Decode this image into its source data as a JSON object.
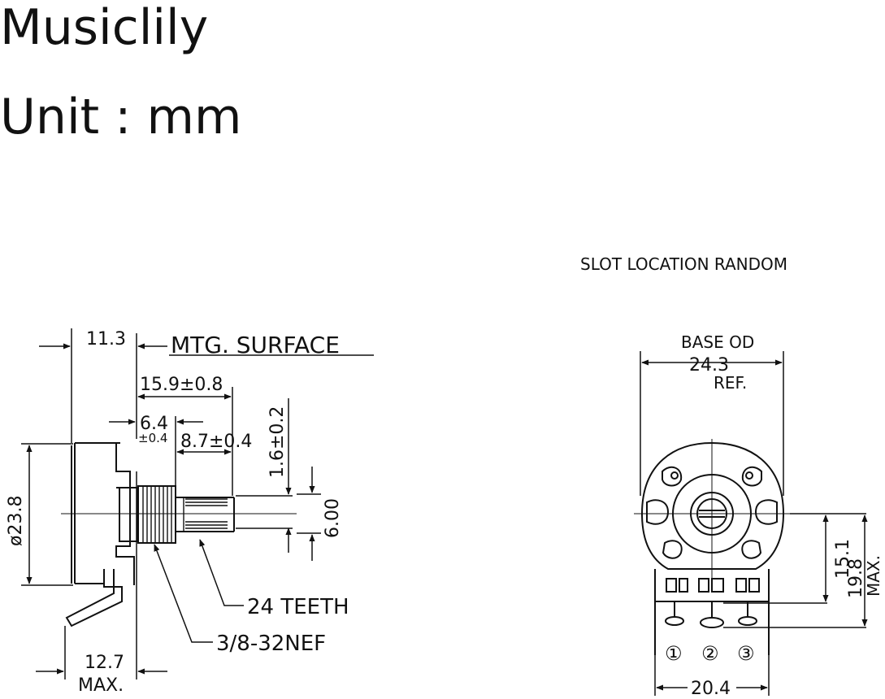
{
  "header": {
    "brand": "Musiclily",
    "unit": "Unit : mm"
  },
  "side_view": {
    "mtg_surface": "MTG. SURFACE",
    "dim_11_3": "11.3",
    "dim_15_9": "15.9±0.8",
    "dim_6_4": "6.4",
    "dim_6_4_tol": "±0.4",
    "dim_8_7": "8.7±0.4",
    "dim_1_6": "1.6±0.2",
    "dim_6_00": "6.00",
    "dim_dia": "ø23.8",
    "teeth": "24 TEETH",
    "thread": "3/8-32NEF",
    "dim_12_7": "12.7",
    "max_label": "MAX."
  },
  "front_view": {
    "slot_note": "SLOT LOCATION RANDOM",
    "base_od": "BASE OD",
    "dim_24_3": "24.3",
    "ref": "REF.",
    "dim_15_1": "15.1",
    "dim_19_8": "19.8",
    "max_label": "MAX.",
    "dim_20_4": "20.4",
    "pins": [
      "①",
      "②",
      "③"
    ]
  }
}
